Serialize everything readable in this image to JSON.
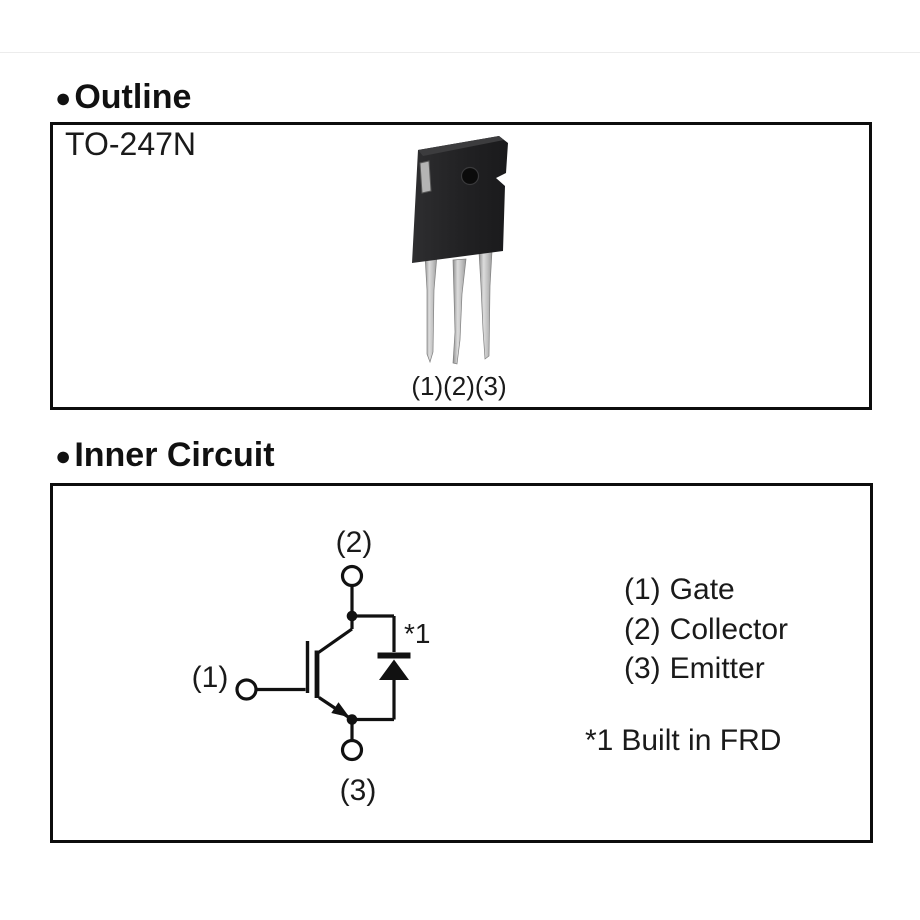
{
  "page": {
    "background": "#ffffff",
    "top_rule_color": "#ececec",
    "line_color": "#111111"
  },
  "outline_section": {
    "bullet": "●",
    "title": "Outline",
    "package_name": "TO-247N",
    "pin_numbers_label": "(1)(2)(3)",
    "package_graphic": {
      "description": "3D render of TO-247N package, black molded body with mounting hole and three silver leads",
      "body_color": "#232325",
      "top_face_color": "#3c3c3e",
      "slot_color": "#b4b4b4",
      "hole_color": "#0b0b0b",
      "lead_colors": [
        "#8f8f8f",
        "#d9d9d9",
        "#9a9a9a"
      ]
    }
  },
  "inner_circuit_section": {
    "bullet": "●",
    "title": "Inner Circuit",
    "collector_label": "(2)",
    "gate_label": "(1)",
    "emitter_label": "(3)",
    "diode_marker": "*1",
    "legend": [
      {
        "pin": "(1)",
        "name": "Gate"
      },
      {
        "pin": "(2)",
        "name": "Collector"
      },
      {
        "pin": "(3)",
        "name": "Emitter"
      }
    ],
    "footnote": {
      "marker": "*1",
      "text": "Built in FRD"
    }
  }
}
